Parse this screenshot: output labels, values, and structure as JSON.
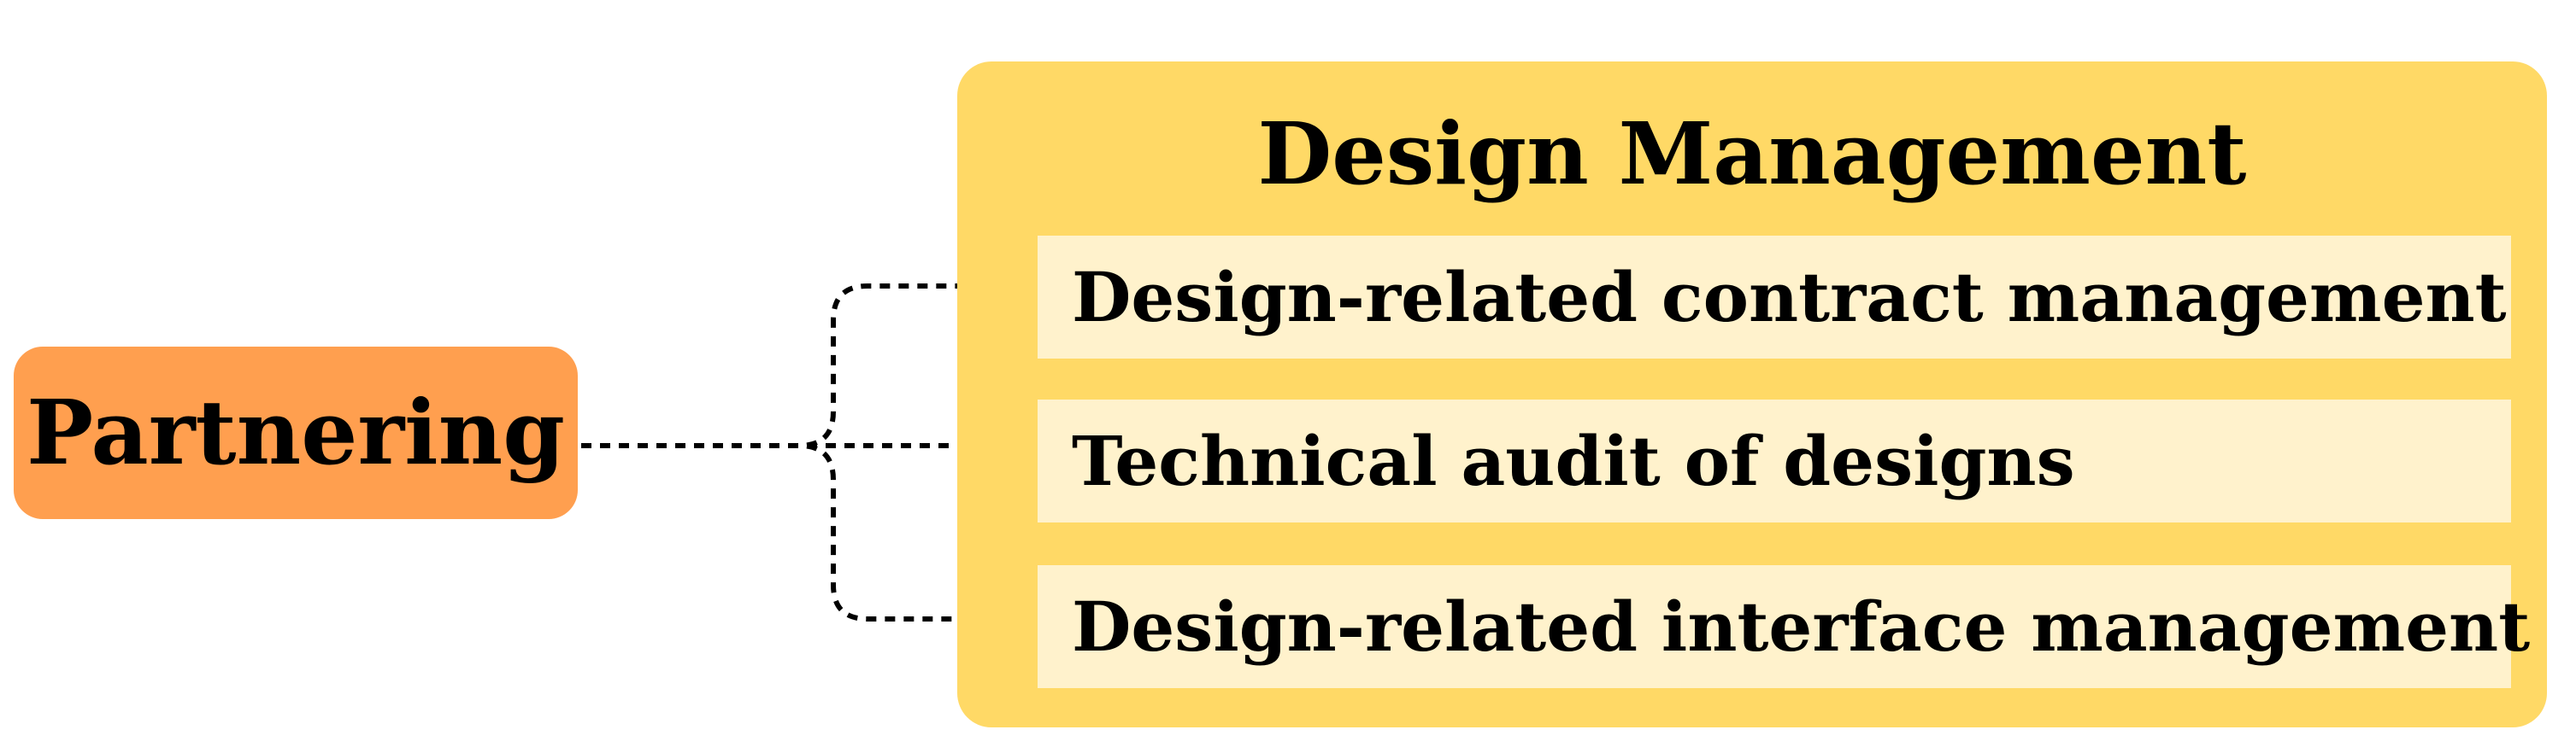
{
  "source": {
    "label": "Partnering",
    "color": "#ff9f4f"
  },
  "group": {
    "title": "Design Management",
    "color": "#ffd966",
    "item_color": "#fff2cc",
    "items": [
      {
        "label": "Design-related contract management"
      },
      {
        "label": "Technical audit of designs"
      },
      {
        "label": "Design-related interface management"
      }
    ]
  },
  "connector": {
    "style": "dotted",
    "arrowhead": "filled-triangle",
    "color": "#000000"
  }
}
